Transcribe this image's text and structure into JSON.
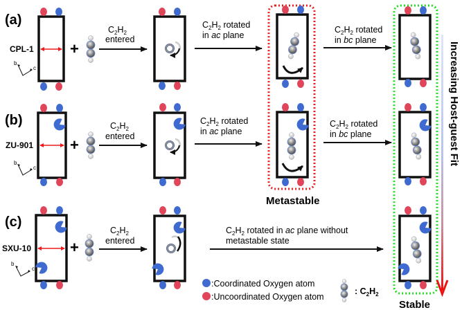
{
  "figure": {
    "rows": [
      {
        "panel": "(a)",
        "material": "CPL-1",
        "step1": {
          "formula": "C2H2",
          "line2": "entered"
        },
        "step2": {
          "line1_suffix": " rotated",
          "line2_pre": "in ",
          "line2_em": "ac",
          "line2_post": " plane"
        },
        "step3": {
          "line1_suffix": "  rotated",
          "line2_pre": "in ",
          "line2_em": "bc",
          "line2_post": " plane"
        }
      },
      {
        "panel": "(b)",
        "material": "ZU-901",
        "step1": {
          "formula": "C2H2",
          "line2": "entered"
        },
        "step2": {
          "line1_suffix": " rotated",
          "line2_pre": "in ",
          "line2_em": "ac",
          "line2_post": " plane"
        },
        "step3": {
          "line1_suffix": "  rotated",
          "line2_pre": "in ",
          "line2_em": "bc",
          "line2_post": " plane"
        }
      },
      {
        "panel": "(c)",
        "material": "SXU-10",
        "step1": {
          "formula": "C2H2",
          "line2": "entered"
        },
        "step2": {
          "line1_suffix": " rotated in  ",
          "line1_em": "ac",
          "line1_post": "  plane without",
          "line2": "metastable state"
        }
      }
    ],
    "axis_labels": {
      "b": "b",
      "c": "c"
    },
    "metastable_label": "Metastable",
    "stable_label": "Stable",
    "trend_label": "Increasing Host-guest Fit",
    "legend": {
      "coordinated": ":Coordinated Oxygen atom",
      "uncoordinated": ":Uncoordinated Oxygen atom",
      "c2h2": ": C2H2"
    },
    "colors": {
      "coordinated_oxygen": "#3f6bd0",
      "uncoordinated_oxygen": "#e0455a",
      "metastable_box": "#ee1c1c",
      "stable_box": "#22dd22",
      "trend_arrow": "#ee1111",
      "pore_width_arrow": "#ee1c1c"
    }
  }
}
